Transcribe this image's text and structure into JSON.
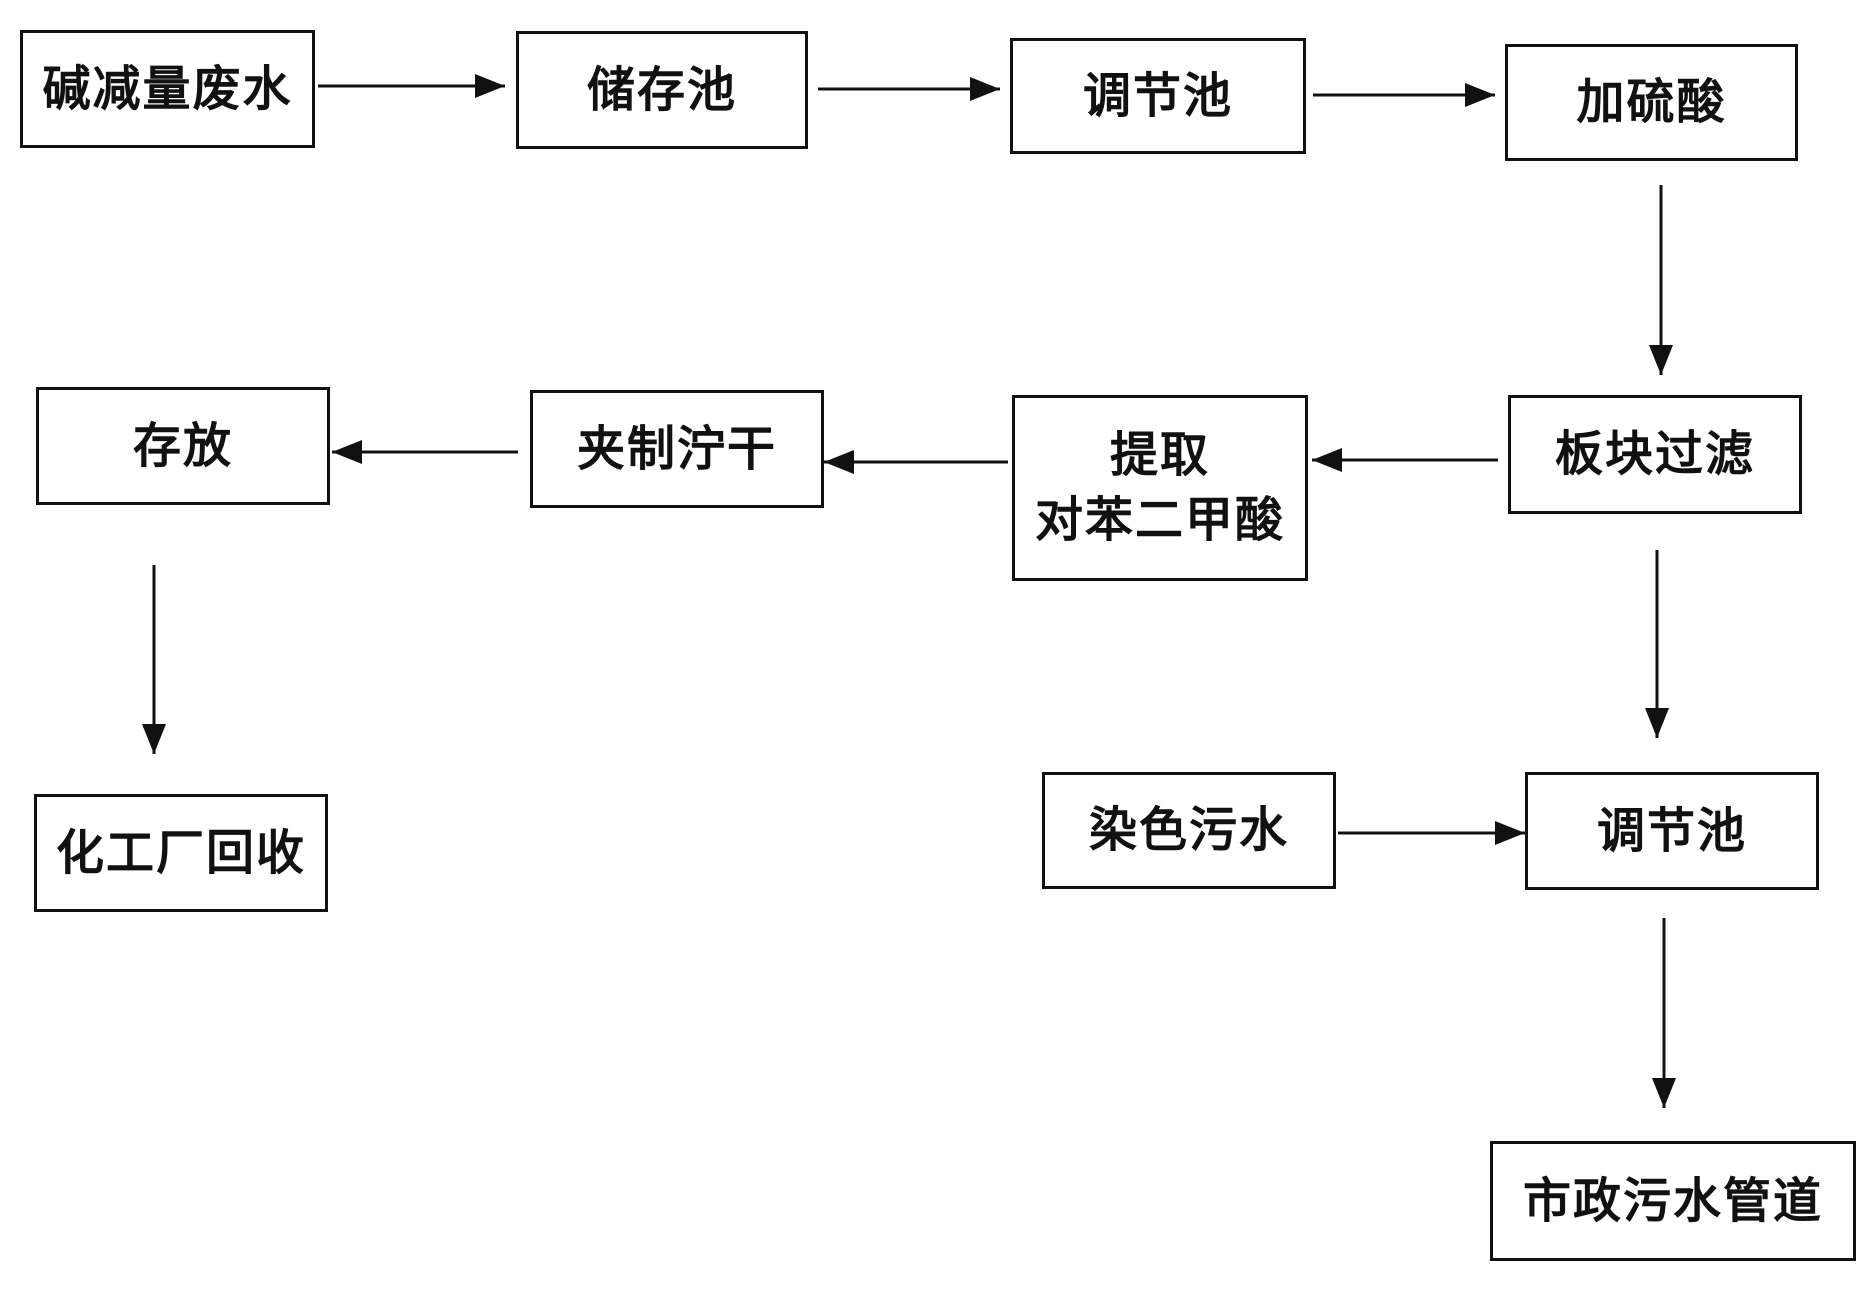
{
  "nodes": {
    "alkali_wastewater": "碱减量废水",
    "storage_pool": "储存池",
    "adjust_pool_1": "调节池",
    "add_sulfuric_acid": "加硫酸",
    "plate_filtration": "板块过滤",
    "extract_line1": "提取",
    "extract_line2": "对苯二甲酸",
    "press_sludge_dry": "夹制泞干",
    "storage": "存放",
    "chemical_plant_recycle": "化工厂回收",
    "dyeing_wastewater": "染色污水",
    "adjust_pool_2": "调节池",
    "municipal_sewer": "市政污水管道"
  },
  "colors": {
    "line": "#111111",
    "background": "#ffffff"
  }
}
